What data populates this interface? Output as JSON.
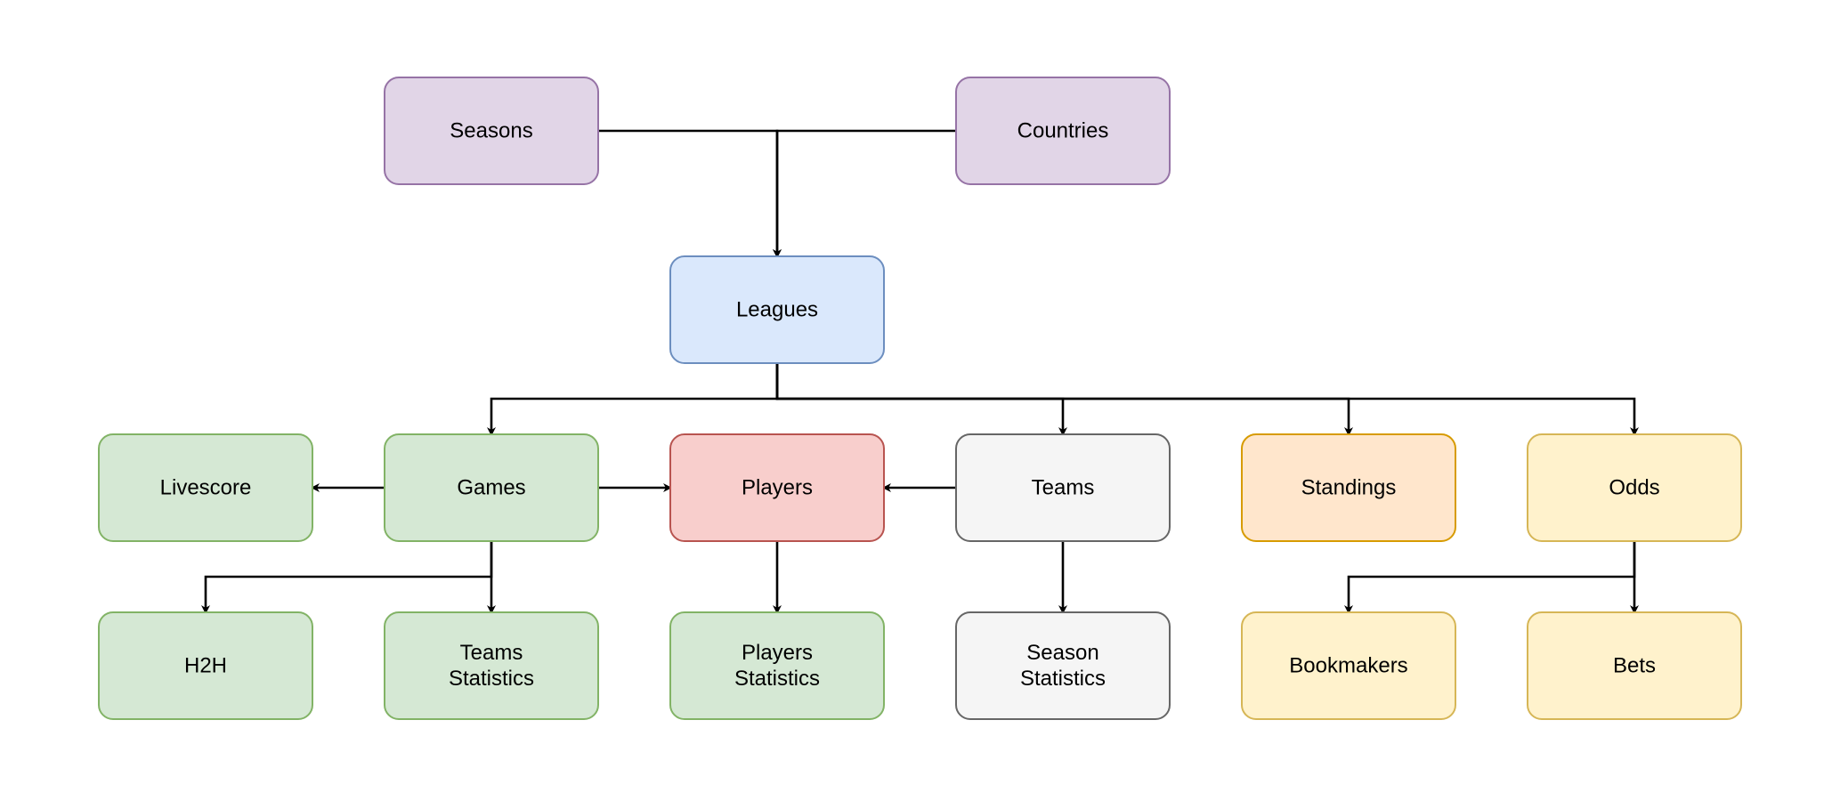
{
  "nodes": {
    "seasons": {
      "lines": [
        "Seasons"
      ],
      "fill": "#e1d5e7",
      "stroke": "#9673a6",
      "text": "#000000"
    },
    "countries": {
      "lines": [
        "Countries"
      ],
      "fill": "#e1d5e7",
      "stroke": "#9673a6",
      "text": "#000000"
    },
    "leagues": {
      "lines": [
        "Leagues"
      ],
      "fill": "#dae8fc",
      "stroke": "#6c8ebf",
      "text": "#000000"
    },
    "livescore": {
      "lines": [
        "Livescore"
      ],
      "fill": "#d5e8d4",
      "stroke": "#82b366",
      "text": "#000000"
    },
    "games": {
      "lines": [
        "Games"
      ],
      "fill": "#d5e8d4",
      "stroke": "#82b366",
      "text": "#000000"
    },
    "players": {
      "lines": [
        "Players"
      ],
      "fill": "#f8cecc",
      "stroke": "#b85450",
      "text": "#000000"
    },
    "teams": {
      "lines": [
        "Teams"
      ],
      "fill": "#f5f5f5",
      "stroke": "#666666",
      "text": "#333333"
    },
    "standings": {
      "lines": [
        "Standings"
      ],
      "fill": "#ffe6cc",
      "stroke": "#d79b00",
      "text": "#000000"
    },
    "odds": {
      "lines": [
        "Odds"
      ],
      "fill": "#fff2cc",
      "stroke": "#d6b656",
      "text": "#000000"
    },
    "h2h": {
      "lines": [
        "H2H"
      ],
      "fill": "#d5e8d4",
      "stroke": "#82b366",
      "text": "#000000"
    },
    "teams_statistics": {
      "lines": [
        "Teams",
        "Statistics"
      ],
      "fill": "#d5e8d4",
      "stroke": "#82b366",
      "text": "#000000"
    },
    "players_statistics": {
      "lines": [
        "Players",
        "Statistics"
      ],
      "fill": "#d5e8d4",
      "stroke": "#82b366",
      "text": "#000000"
    },
    "season_statistics": {
      "lines": [
        "Season",
        "Statistics"
      ],
      "fill": "#f5f5f5",
      "stroke": "#666666",
      "text": "#333333"
    },
    "bookmakers": {
      "lines": [
        "Bookmakers"
      ],
      "fill": "#fff2cc",
      "stroke": "#d6b656",
      "text": "#000000"
    },
    "bets": {
      "lines": [
        "Bets"
      ],
      "fill": "#fff2cc",
      "stroke": "#d6b656",
      "text": "#000000"
    }
  },
  "edges": [
    {
      "from": "seasons",
      "to": "leagues"
    },
    {
      "from": "countries",
      "to": "leagues"
    },
    {
      "from": "leagues",
      "to": "games"
    },
    {
      "from": "leagues",
      "to": "teams"
    },
    {
      "from": "leagues",
      "to": "standings"
    },
    {
      "from": "leagues",
      "to": "odds"
    },
    {
      "from": "games",
      "to": "livescore"
    },
    {
      "from": "games",
      "to": "players"
    },
    {
      "from": "teams",
      "to": "players"
    },
    {
      "from": "games",
      "to": "h2h"
    },
    {
      "from": "games",
      "to": "teams_statistics"
    },
    {
      "from": "players",
      "to": "players_statistics"
    },
    {
      "from": "teams",
      "to": "season_statistics"
    },
    {
      "from": "odds",
      "to": "bookmakers"
    },
    {
      "from": "odds",
      "to": "bets"
    }
  ],
  "edge_color": "#000000"
}
